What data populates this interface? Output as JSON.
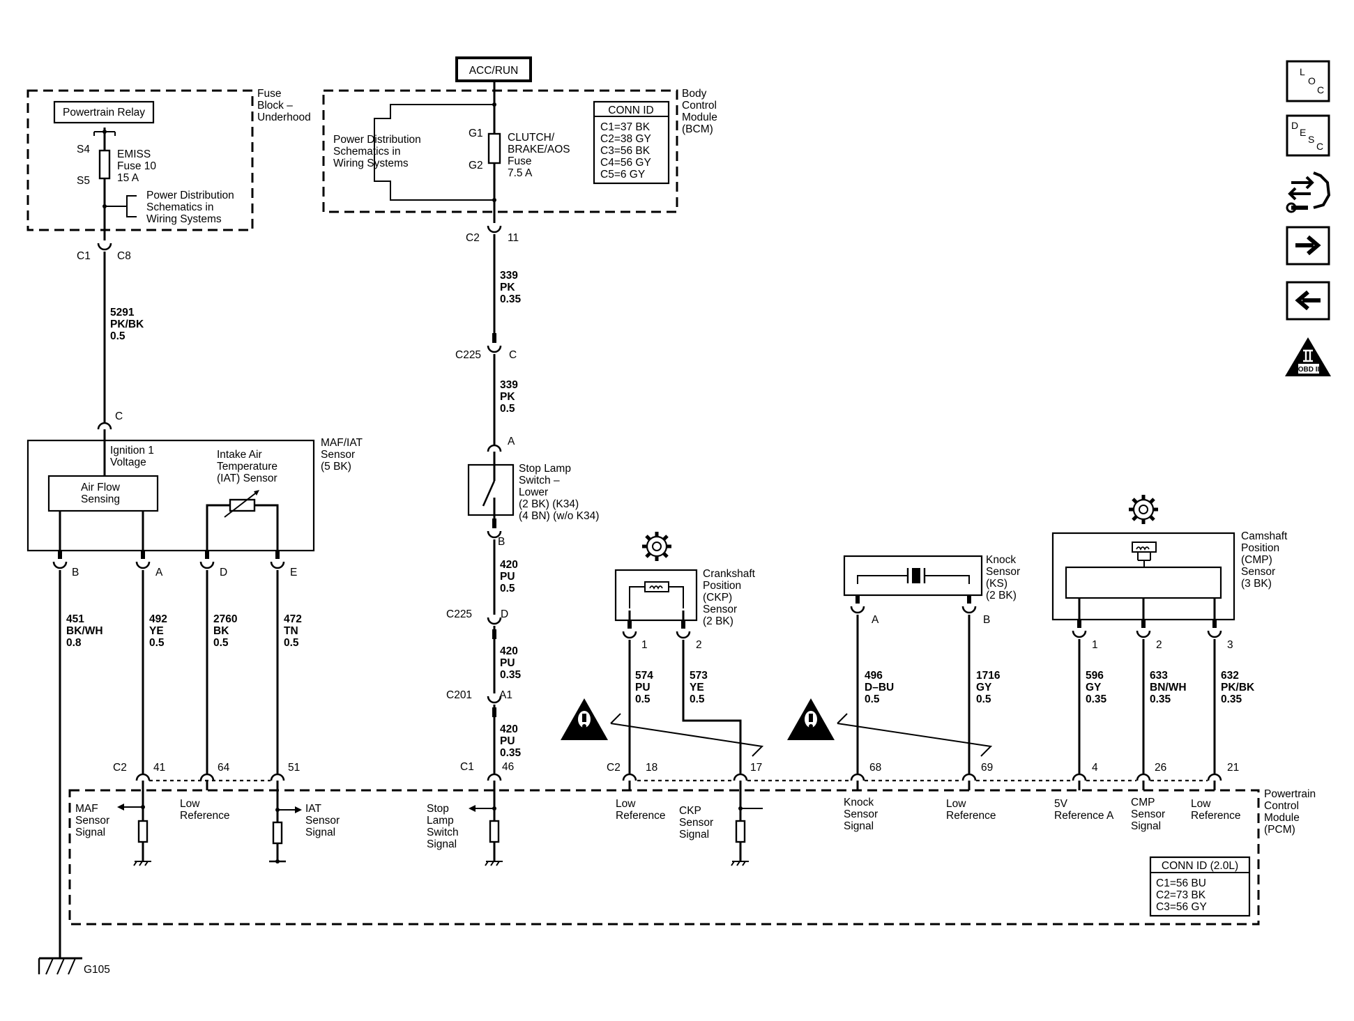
{
  "top": {
    "acc_run": "ACC/RUN"
  },
  "fuse_block": {
    "label_l1": "Fuse",
    "label_l2": "Block –",
    "label_l3": "Underhood",
    "relay": "Powertrain Relay",
    "s4": "S4",
    "s5": "S5",
    "fuse_l1": "EMISS",
    "fuse_l2": "Fuse 10",
    "fuse_l3": "15 A",
    "pd_l1": "Power Distribution",
    "pd_l2": "Schematics in",
    "pd_l3": "Wiring  Systems",
    "c1": "C1",
    "c8": "C8"
  },
  "bcm": {
    "label_l1": "Body",
    "label_l2": "Control",
    "label_l3": "Module",
    "label_l4": "(BCM)",
    "pd_l1": "Power Distribution",
    "pd_l2": "Schematics in",
    "pd_l3": "Wiring  Systems",
    "g1": "G1",
    "g2": "G2",
    "fuse_l1": "CLUTCH/",
    "fuse_l2": "BRAKE/AOS",
    "fuse_l3": "Fuse",
    "fuse_l4": "7.5 A",
    "conn_title": "CONN ID",
    "conn": [
      "C1=37 BK",
      "C2=38 GY",
      "C3=56 BK",
      "C4=56 GY",
      "C5=6 GY"
    ],
    "c2": "C2",
    "c2_pin": "11"
  },
  "wire_5291": {
    "num": "5291",
    "color": "PK/BK",
    "size": "0.5"
  },
  "wire_339a": {
    "num": "339",
    "color": "PK",
    "size": "0.35"
  },
  "wire_339b": {
    "num": "339",
    "color": "PK",
    "size": "0.5"
  },
  "c225_top": {
    "id": "C225",
    "pin": "C"
  },
  "stop_lamp": {
    "pin_a": "A",
    "pin_b": "B",
    "l1": "Stop Lamp",
    "l2": "Switch –",
    "l3": "Lower",
    "l4": "(2 BK) (K34)",
    "l5": "(4 BN)  (w/o K34)"
  },
  "wire_420a": {
    "num": "420",
    "color": "PU",
    "size": "0.5"
  },
  "c225_bot": {
    "id": "C225",
    "pin": "D"
  },
  "wire_420b": {
    "num": "420",
    "color": "PU",
    "size": "0.35"
  },
  "c201": {
    "id": "C201",
    "pin": "A1"
  },
  "wire_420c": {
    "num": "420",
    "color": "PU",
    "size": "0.35"
  },
  "c1_46": {
    "id": "C1",
    "pin": "46"
  },
  "maf": {
    "label_l1": "MAF/IAT",
    "label_l2": "Sensor",
    "label_l3": "(5 BK)",
    "pin_c": "C",
    "ign_l1": "Ignition 1",
    "ign_l2": "Voltage",
    "af_l1": "Air Flow",
    "af_l2": "Sensing",
    "iat_l1": "Intake Air",
    "iat_l2": "Temperature",
    "iat_l3": "(IAT) Sensor",
    "pins": [
      "B",
      "A",
      "D",
      "E"
    ]
  },
  "maf_wires": [
    {
      "num": "451",
      "color": "BK/WH",
      "size": "0.8"
    },
    {
      "num": "492",
      "color": "YE",
      "size": "0.5"
    },
    {
      "num": "2760",
      "color": "BK",
      "size": "0.5"
    },
    {
      "num": "472",
      "color": "TN",
      "size": "0.5"
    }
  ],
  "pcm_pins_left": {
    "conn": "C2",
    "p41": "41",
    "p64": "64",
    "p51": "51"
  },
  "ckp": {
    "l1": "Crankshaft",
    "l2": "Position",
    "l3": "(CKP)",
    "l4": "Sensor",
    "l5": "(2 BK)",
    "pins": [
      "1",
      "2"
    ],
    "wires": [
      {
        "num": "574",
        "color": "PU",
        "size": "0.5"
      },
      {
        "num": "573",
        "color": "YE",
        "size": "0.5"
      }
    ],
    "conn": "C2",
    "p18": "18",
    "p17": "17"
  },
  "ks": {
    "l1": "Knock",
    "l2": "Sensor",
    "l3": "(KS)",
    "l4": "(2 BK)",
    "pins": [
      "A",
      "B"
    ],
    "wires": [
      {
        "num": "496",
        "color": "D–BU",
        "size": "0.5"
      },
      {
        "num": "1716",
        "color": "GY",
        "size": "0.5"
      }
    ],
    "p68": "68",
    "p69": "69"
  },
  "cmp": {
    "l1": "Camshaft",
    "l2": "Position",
    "l3": "(CMP)",
    "l4": "Sensor",
    "l5": "(3 BK)",
    "pins": [
      "1",
      "2",
      "3"
    ],
    "wires": [
      {
        "num": "596",
        "color": "GY",
        "size": "0.35"
      },
      {
        "num": "633",
        "color": "BN/WH",
        "size": "0.35"
      },
      {
        "num": "632",
        "color": "PK/BK",
        "size": "0.35"
      }
    ],
    "p4": "4",
    "p26": "26",
    "p21": "21"
  },
  "pcm": {
    "l1": "Powertrain",
    "l2": "Control",
    "l3": "Module",
    "l4": "(PCM)",
    "maf_sig": [
      "MAF",
      "Sensor",
      "Signal"
    ],
    "low_ref1": [
      "Low",
      "Reference"
    ],
    "iat_sig": [
      "IAT",
      "Sensor",
      "Signal"
    ],
    "stop_sig": [
      "Stop",
      "Lamp",
      "Switch",
      "Signal"
    ],
    "low_ref2": [
      "Low",
      "Reference"
    ],
    "ckp_sig": [
      "CKP",
      "Sensor",
      "Signal"
    ],
    "ks_sig": [
      "Knock",
      "Sensor",
      "Signal"
    ],
    "low_ref3": [
      "Low",
      "Reference"
    ],
    "ref5v": [
      "5V",
      "Reference A"
    ],
    "cmp_sig": [
      "CMP",
      "Sensor",
      "Signal"
    ],
    "low_ref4": [
      "Low",
      "Reference"
    ],
    "conn_title": "CONN ID (2.0L)",
    "conn": [
      "C1=56 BU",
      "C2=73 BK",
      "C3=56 GY"
    ]
  },
  "ground": {
    "id": "G105"
  },
  "nav": {
    "loc": [
      "L",
      "O",
      "C"
    ],
    "desc": [
      "D",
      "E",
      "S",
      "C"
    ],
    "obd": "OBD II"
  }
}
